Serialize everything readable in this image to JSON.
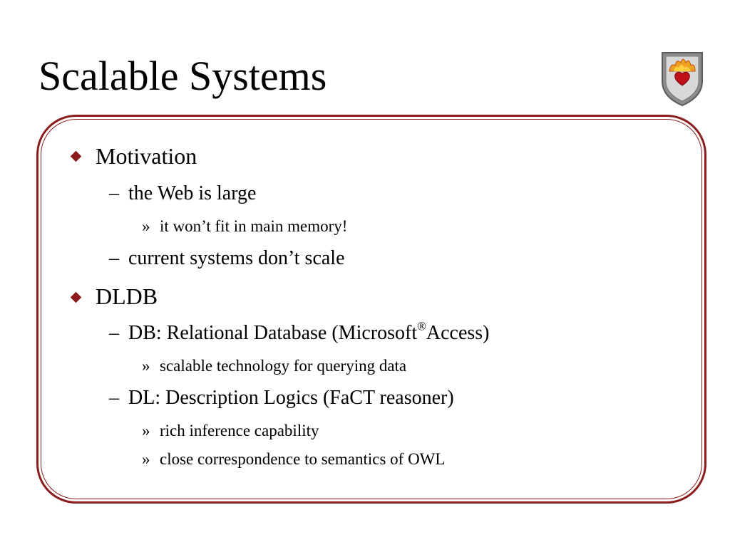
{
  "slide": {
    "title": "Scalable Systems",
    "accent_color": "#8b1c1c",
    "logo_icon": "heart-shield-logo"
  },
  "bullets": {
    "b1": "Motivation",
    "b1_1": "the Web is large",
    "b1_1_1": "it won’t fit in main memory!",
    "b1_2": "current systems don’t scale",
    "b2": "DLDB",
    "b2_1_pre": "DB: Relational Database (Microsoft",
    "b2_1_sup": "®",
    "b2_1_post": "Access)",
    "b2_1_1": "scalable technology for querying data",
    "b2_2": "DL: Description Logics (FaCT reasoner)",
    "b2_2_1": "rich inference capability",
    "b2_2_2": "close correspondence to semantics of OWL"
  },
  "markers": {
    "dash": "–",
    "raquo": "»"
  }
}
